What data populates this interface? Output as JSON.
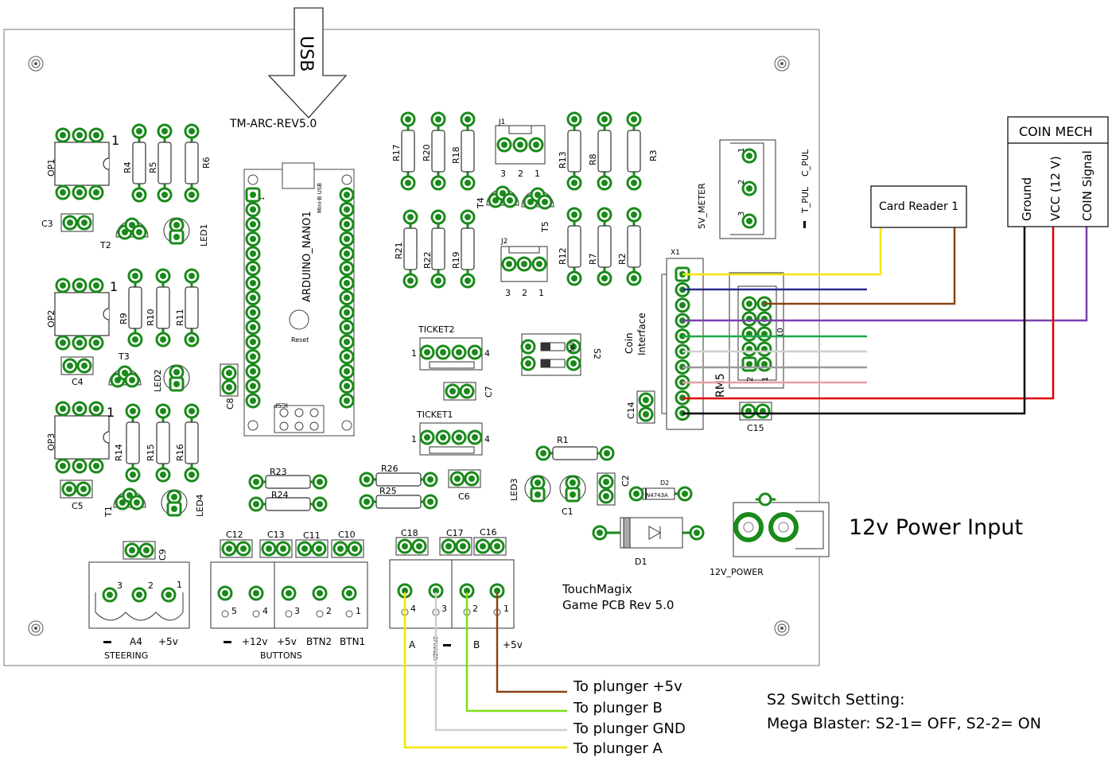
{
  "board": {
    "name": "TM-ARC-REV5.0",
    "usb_label": "USB",
    "title_line1": "TouchMagix",
    "title_line2": "Game PCB Rev 5.0",
    "arduino": {
      "name": "ARDUINO_NANO1",
      "usb": "Mini-B USB",
      "reset": "Reset",
      "icsp": "ICSP",
      "pin1": "1"
    }
  },
  "components": {
    "opto": [
      {
        "name": "OP1"
      },
      {
        "name": "OP2"
      },
      {
        "name": "OP3"
      }
    ],
    "pin_one": "1",
    "resistors": [
      "R1",
      "R2",
      "R3",
      "R4",
      "R5",
      "R6",
      "R7",
      "R8",
      "R9",
      "R10",
      "R11",
      "R12",
      "R13",
      "R14",
      "R15",
      "R16",
      "R17",
      "R18",
      "R19",
      "R20",
      "R21",
      "R22",
      "R23",
      "R24",
      "R25",
      "R26"
    ],
    "caps": [
      "C1",
      "C2",
      "C3",
      "C4",
      "C5",
      "C6",
      "C7",
      "C8",
      "C9",
      "C10",
      "C11",
      "C12",
      "C13",
      "C14",
      "C15",
      "C16",
      "C17",
      "C18"
    ],
    "transistors": [
      "T1",
      "T2",
      "T3",
      "T4",
      "T5"
    ],
    "leds": [
      "LED1",
      "LED2",
      "LED3",
      "LED4"
    ],
    "jumpers": {
      "j1": "J1",
      "j2": "J2",
      "pins": [
        "3",
        "2",
        "1"
      ]
    },
    "ticket1": "TICKET1",
    "ticket2": "TICKET2",
    "ticket_pins": [
      "1",
      "4"
    ],
    "s2": "S2",
    "s2_on": "ON",
    "diode1": "D1",
    "diode2": "D2",
    "diode2_part": "N4743A",
    "power_label": "12V_POWER",
    "meter": "5V_METER",
    "meter_pins": [
      "1",
      "2",
      "3"
    ],
    "t_pul": "T_PUL",
    "c_pul": "C_PUL",
    "x1": "X1",
    "rm5": "RM5",
    "rm5_pins": [
      "10",
      "2",
      "1"
    ],
    "coin_interface_1": "Coin",
    "coin_interface_2": "Interface"
  },
  "terminals": {
    "steering": {
      "label": "STEERING",
      "pins": [
        "3",
        "2",
        "1"
      ],
      "names": [
        "A4",
        "+5v"
      ]
    },
    "buttons": {
      "label": "BUTTONS",
      "pins": [
        "5",
        "4",
        "3",
        "2",
        "1"
      ],
      "names": [
        "+12v",
        "+5v",
        "BTN2",
        "BTN1"
      ]
    },
    "spinner": {
      "label": "SPINNER",
      "pins": [
        "4",
        "3",
        "2",
        "1"
      ],
      "names": [
        "A",
        "B",
        "+5v"
      ]
    }
  },
  "external": {
    "coin_mech": {
      "title": "COIN MECH",
      "wires": [
        "Ground",
        "VCC (12 V)",
        "COIN Signal"
      ]
    },
    "card_reader": "Card Reader 1",
    "power_input": "12v Power Input",
    "plunger": [
      "To plunger +5v",
      "To plunger B",
      "To plunger GND",
      "To plunger A"
    ],
    "s2_setting_title": "S2 Switch Setting:",
    "s2_setting_value": "Mega Blaster: S2-1= OFF, S2-2= ON"
  },
  "colors": {
    "pad_green": "#1a8a1a",
    "wire_yellow": "#f5e600",
    "wire_navy": "#2b2b8c",
    "wire_brown": "#8b4513",
    "wire_purple": "#7a3fb0",
    "wire_green": "#1fa84a",
    "wire_lightgray": "#cfcfcf",
    "wire_gray": "#9a9a9a",
    "wire_pink": "#e8a0a0",
    "wire_red": "#e00000",
    "wire_black": "#000000",
    "wire_lime": "#7be015"
  }
}
